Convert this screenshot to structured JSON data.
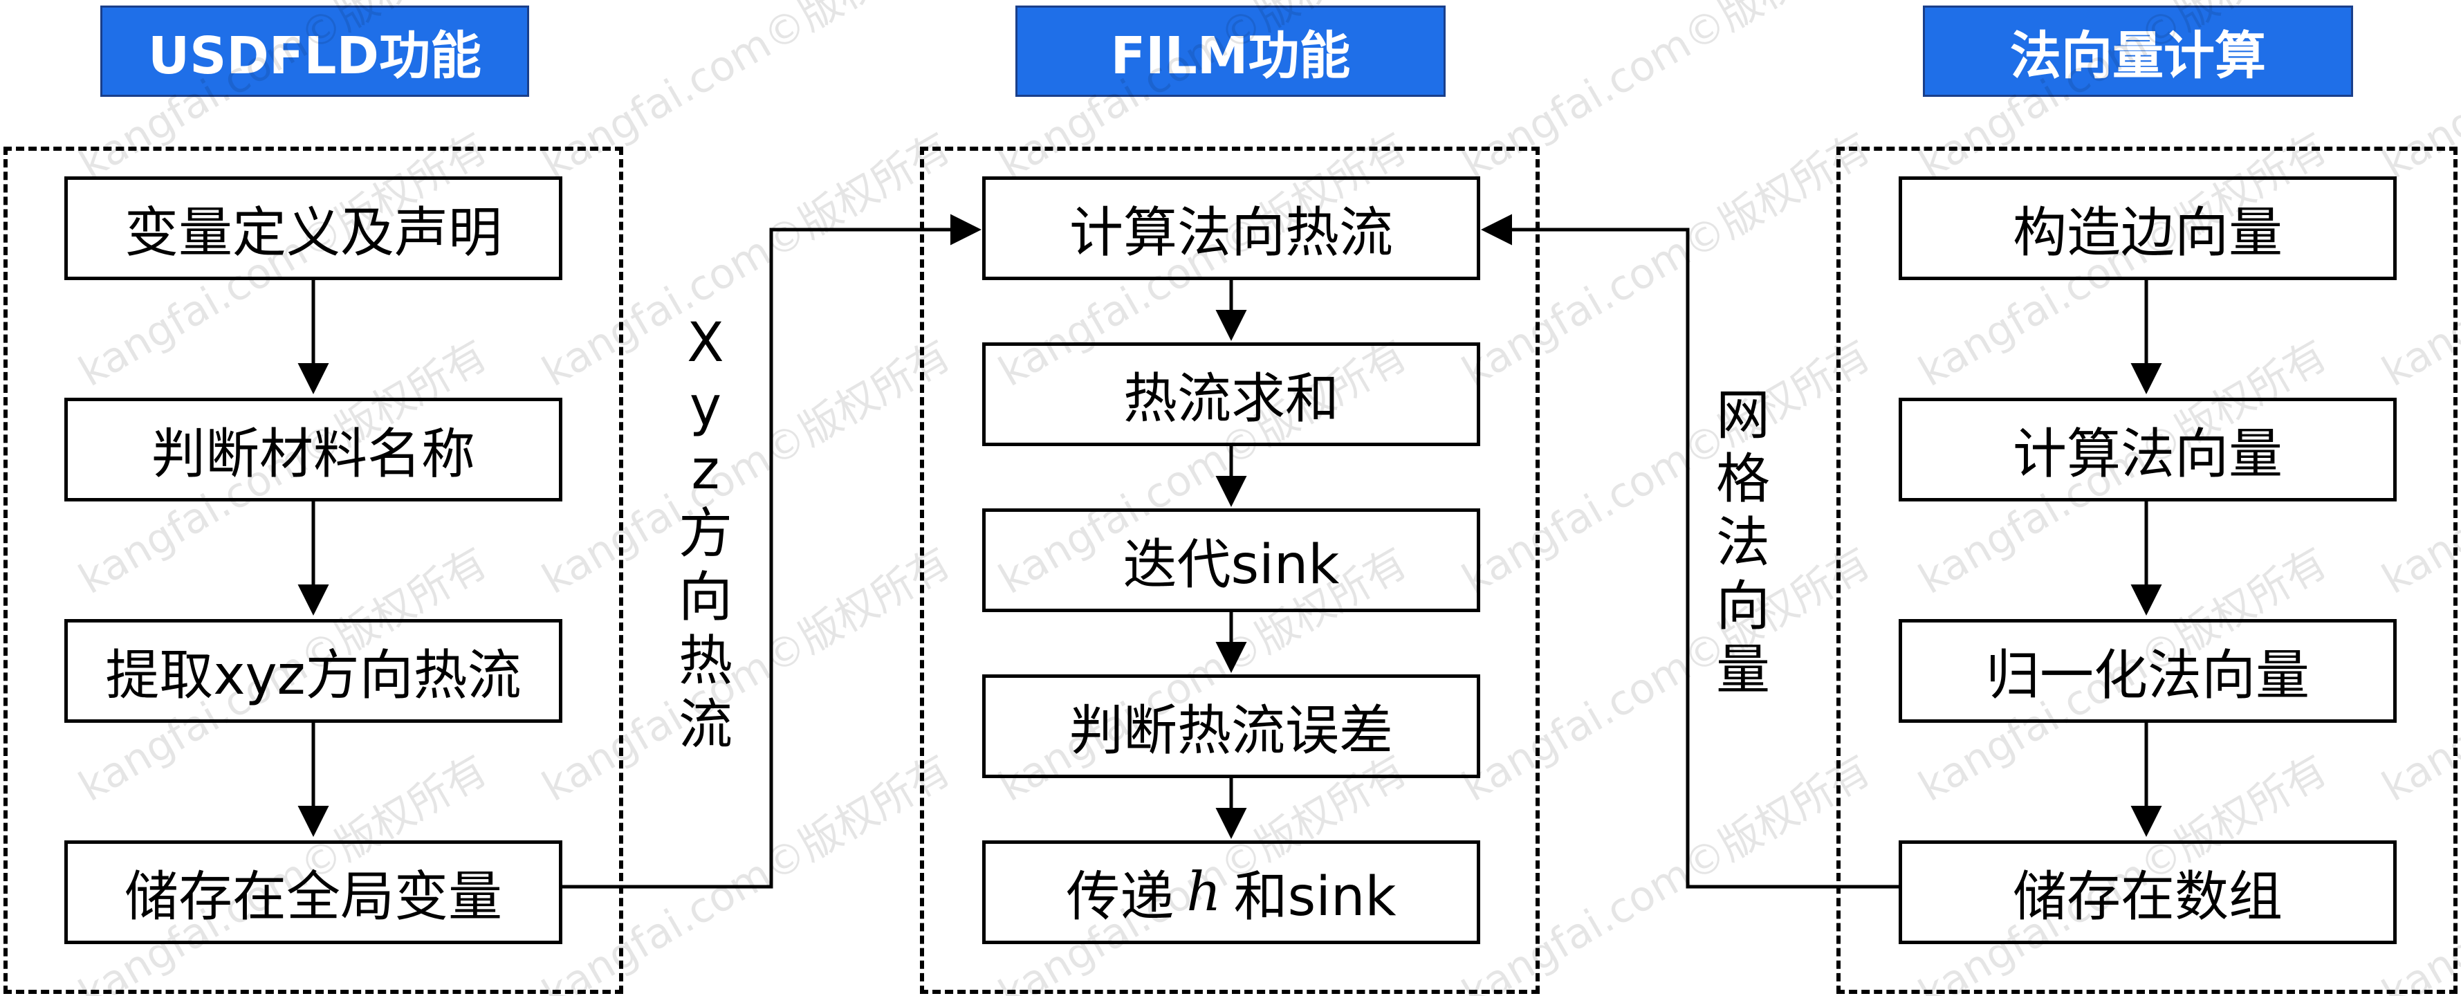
{
  "headers": {
    "usdfld": "USDFLD功能",
    "film": "FILM功能",
    "normal": "法向量计算"
  },
  "usdfld_nodes": [
    "变量定义及声明",
    "判断材料名称",
    "提取xyz方向热流",
    "储存在全局变量"
  ],
  "film_nodes": {
    "compute_normal_flux": "计算法向热流",
    "flux_sum": "热流求和",
    "iterate_sink": "迭代sink",
    "flux_error": "判断热流误差",
    "pass_prefix": "传递",
    "pass_symbol": "h",
    "pass_suffix": "和sink"
  },
  "normal_nodes": [
    "构造边向量",
    "计算法向量",
    "归一化法向量",
    "储存在数组"
  ],
  "edge_labels": {
    "xyz_flux": [
      "X",
      "y",
      "z",
      "方",
      "向",
      "热",
      "流"
    ],
    "mesh_normal": [
      "网",
      "格",
      "法",
      "向",
      "量"
    ]
  },
  "watermark": "kangfai.com©版权所有"
}
